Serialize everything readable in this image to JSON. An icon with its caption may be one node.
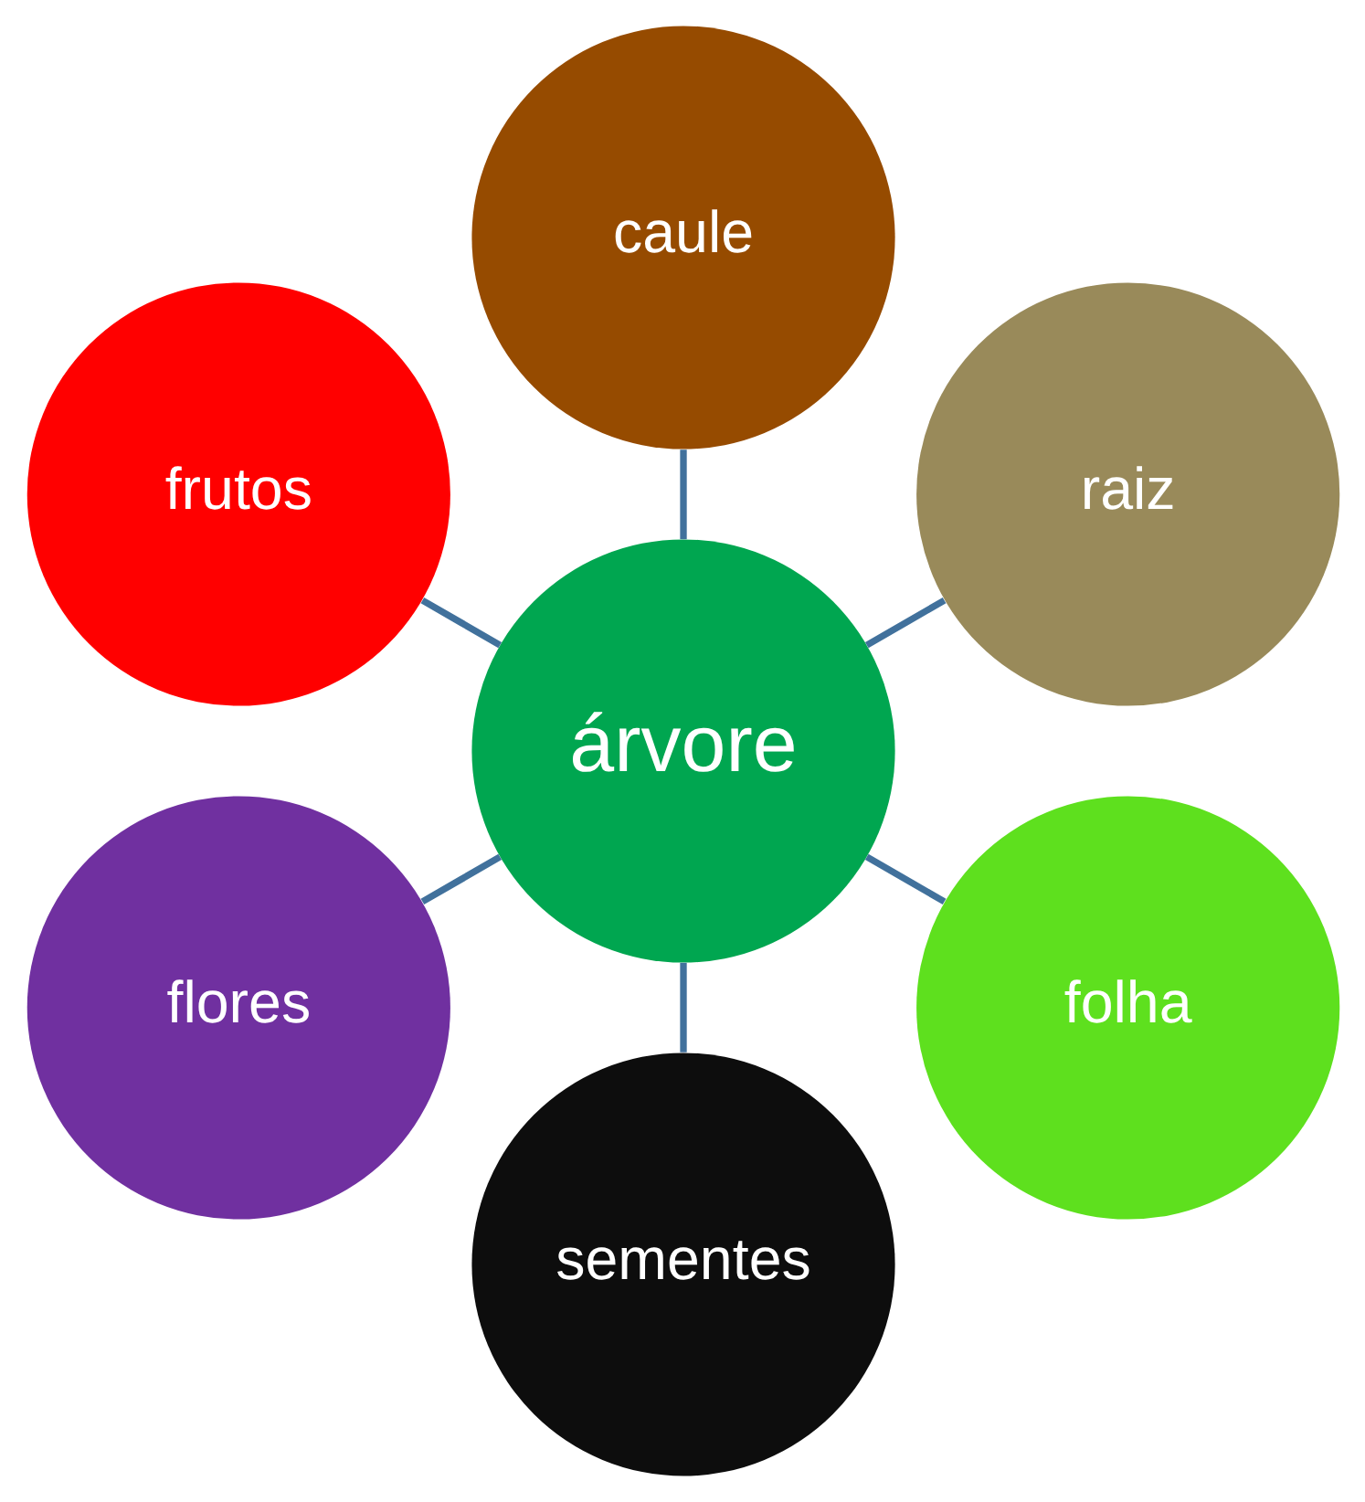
{
  "diagram": {
    "nodes": [
      {
        "text": [
          "árvore"
        ]
      },
      {
        "text": [
          "raiz"
        ]
      },
      {
        "text": [
          "caule"
        ]
      },
      {
        "text": [
          "frutos"
        ]
      },
      {
        "text": [
          "flores"
        ]
      },
      {
        "text": [
          "sementes"
        ]
      },
      {
        "text": [
          "folha"
        ]
      }
    ],
    "edges": [
      {
        "from": 0,
        "to": 1,
        "arrow": "none"
      },
      {
        "from": 0,
        "to": 2,
        "arrow": "none"
      },
      {
        "from": 0,
        "to": 3,
        "arrow": "none"
      },
      {
        "from": 0,
        "to": 4,
        "arrow": "none"
      },
      {
        "from": 0,
        "to": 5,
        "arrow": "none"
      },
      {
        "from": 0,
        "to": 6,
        "arrow": "none"
      }
    ]
  }
}
